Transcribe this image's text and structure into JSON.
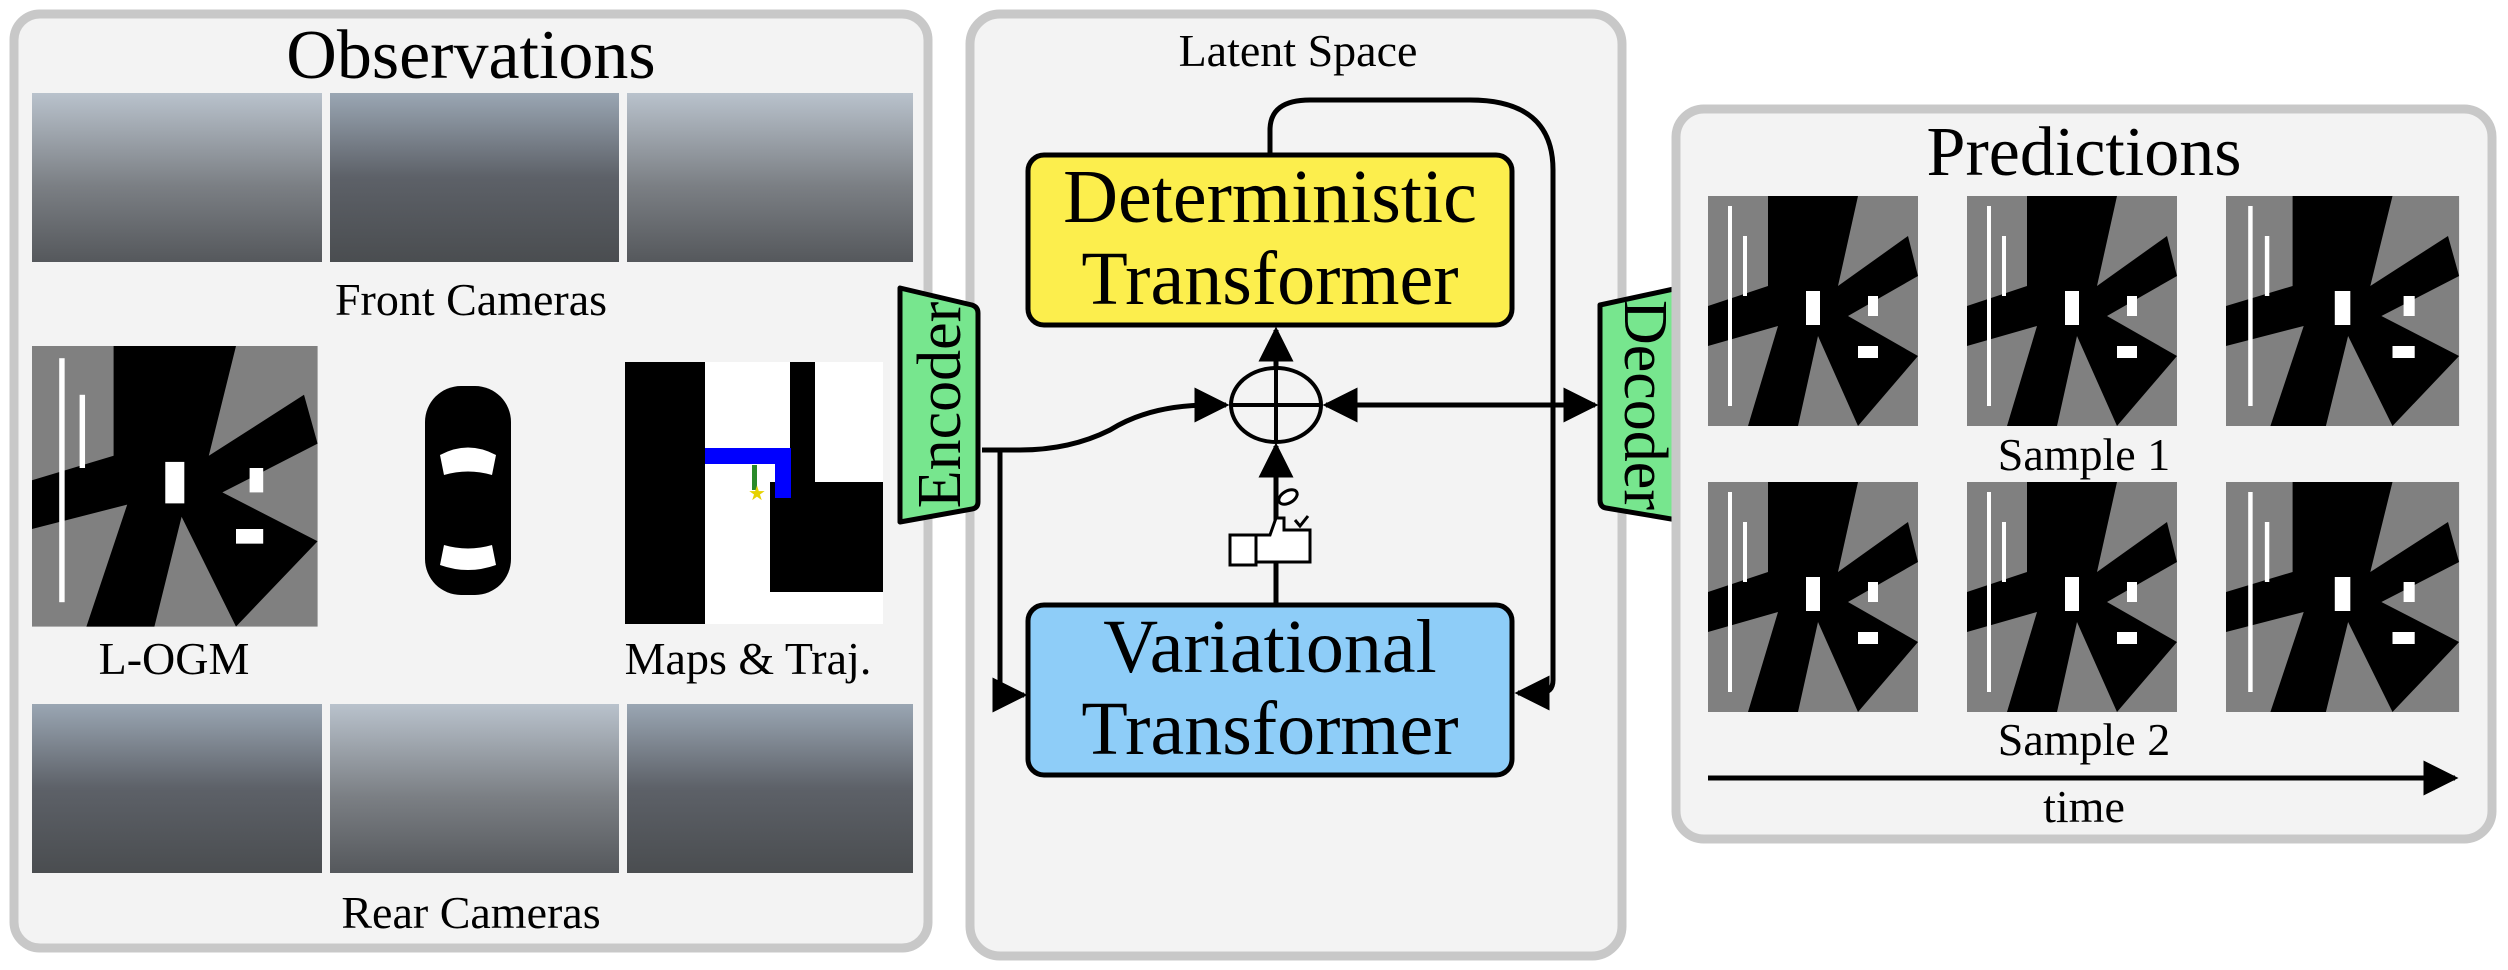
{
  "observations": {
    "title": "Observations",
    "front_label": "Front Cameras",
    "ogm_label": "L-OGM",
    "map_label": "Maps & Traj.",
    "rear_label": "Rear Cameras"
  },
  "encoder": {
    "label": "Encoder",
    "color": "#77e68e"
  },
  "latent": {
    "title": "Latent Space",
    "deterministic": {
      "line1": "Deterministic",
      "line2": "Transformer",
      "color": "#fcee4d"
    },
    "variational": {
      "line1": "Variational",
      "line2": "Transformer",
      "color": "#8ecdf8"
    },
    "combine_icon": "circle-plus-icon",
    "sampling_icon": "coin-flip-hand-icon"
  },
  "decoder": {
    "label": "Decoder",
    "color": "#77e68e"
  },
  "predictions": {
    "title": "Predictions",
    "sample1": "Sample 1",
    "sample2": "Sample 2",
    "time_label": "time"
  }
}
